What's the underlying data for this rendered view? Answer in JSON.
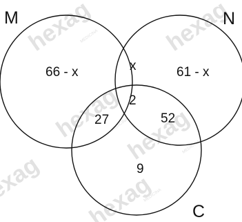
{
  "diagram": {
    "type": "venn",
    "stroke_color": "#111111",
    "background": "#ffffff",
    "sets": [
      {
        "id": "M",
        "label": "M"
      },
      {
        "id": "N",
        "label": "N"
      },
      {
        "id": "C",
        "label": "C"
      }
    ],
    "regions": {
      "m_only": "66 - x",
      "n_only": "61 - x",
      "m_and_n_only": "x",
      "m_and_n_and_c": "2",
      "m_and_c_only": "27",
      "n_and_c_only": "52",
      "c_only": "9"
    }
  },
  "watermark": {
    "text": "hexag",
    "subtext": "MEDICINA",
    "color": "#e2e2e2"
  }
}
